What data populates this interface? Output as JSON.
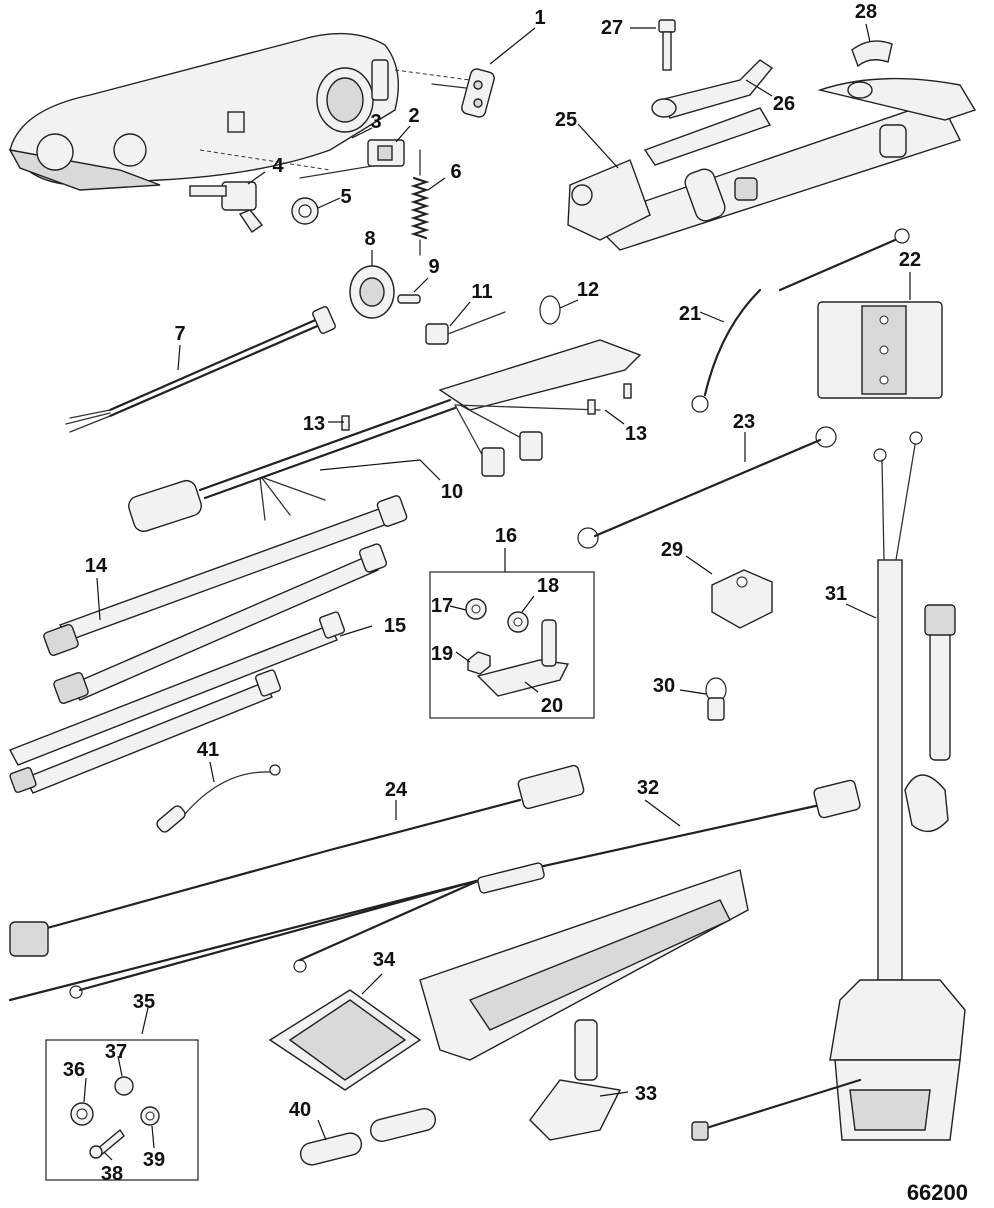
{
  "figure_number": "66200",
  "callouts": [
    "1",
    "2",
    "3",
    "4",
    "5",
    "6",
    "7",
    "8",
    "9",
    "10",
    "11",
    "12",
    "13",
    "13",
    "14",
    "15",
    "16",
    "17",
    "18",
    "19",
    "20",
    "21",
    "22",
    "23",
    "24",
    "25",
    "26",
    "27",
    "28",
    "29",
    "30",
    "31",
    "32",
    "33",
    "34",
    "35",
    "36",
    "37",
    "38",
    "39",
    "40",
    "41"
  ],
  "colors": {
    "ink": "#111111",
    "fill": "#f2f2f2",
    "shade": "#d9d9d9"
  }
}
